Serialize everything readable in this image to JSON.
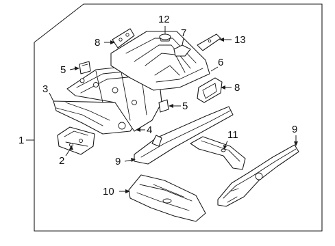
{
  "diagram": {
    "callouts": [
      "1",
      "2",
      "3",
      "4",
      "5",
      "5",
      "6",
      "7",
      "8",
      "8",
      "9",
      "9",
      "10",
      "11",
      "12",
      "13"
    ]
  }
}
